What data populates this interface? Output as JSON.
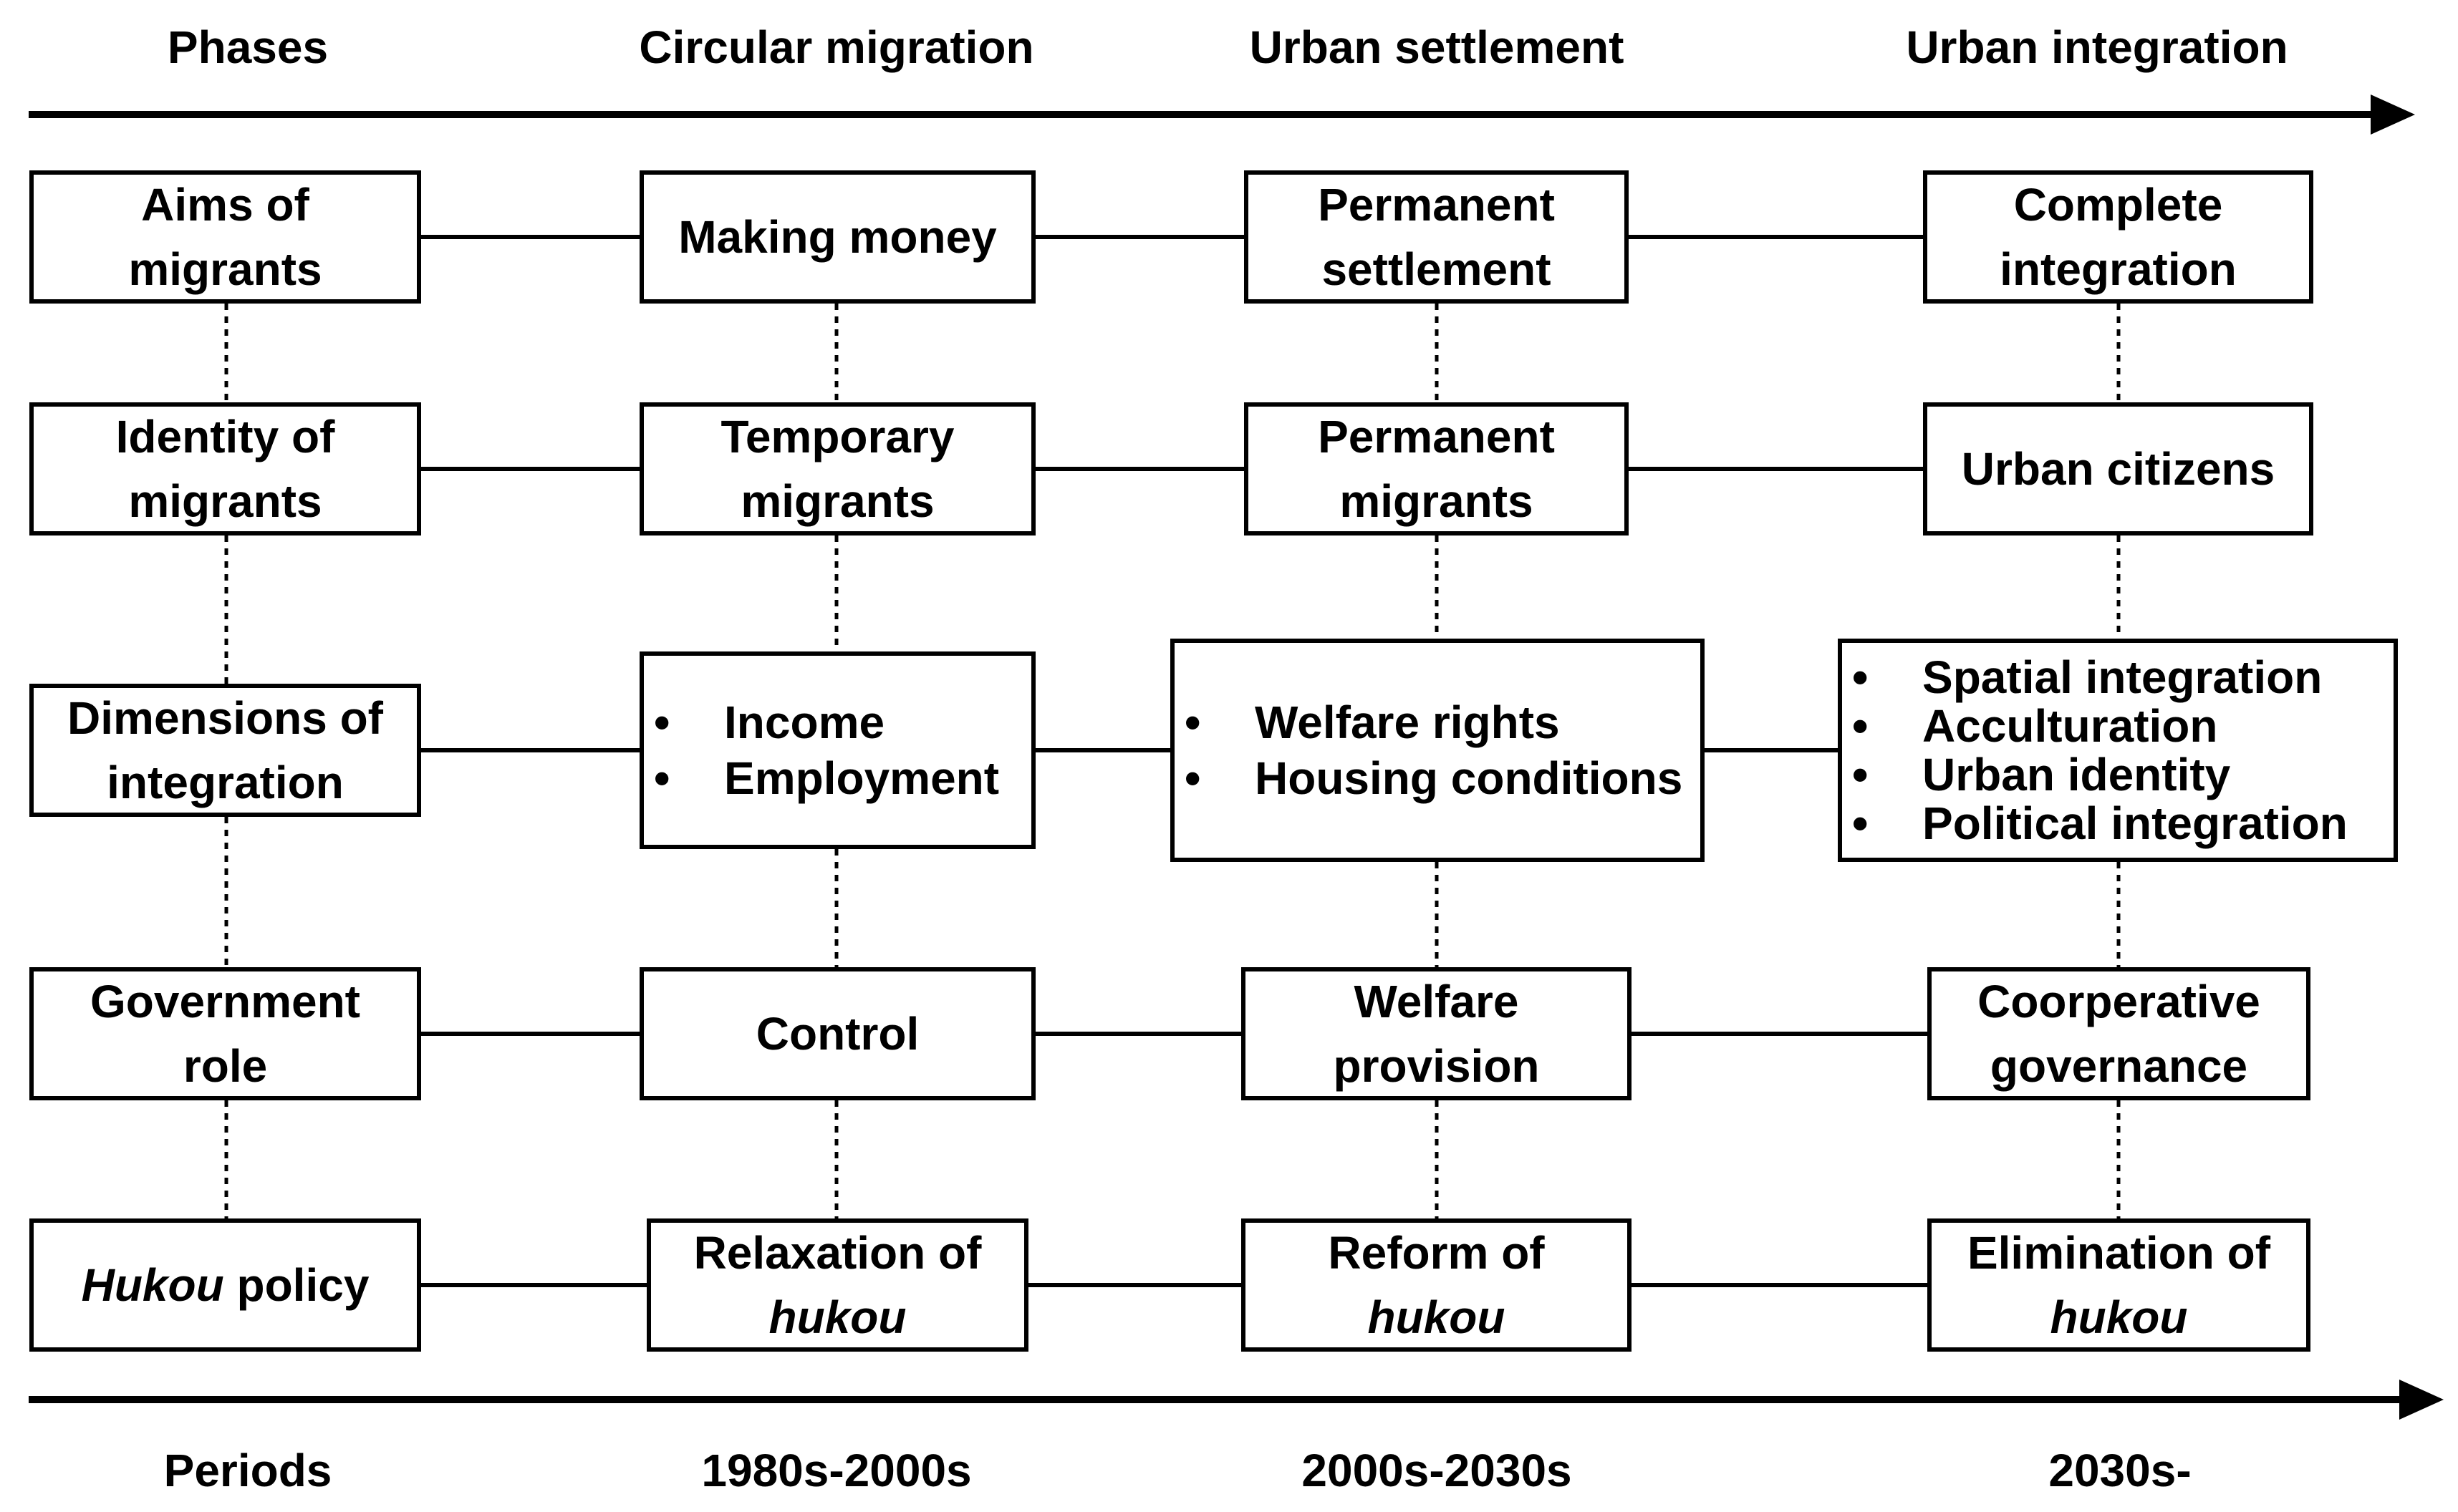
{
  "phases_header": {
    "label": "Phases",
    "columns": [
      "Circular migration",
      "Urban settlement",
      "Urban integration"
    ]
  },
  "periods_footer": {
    "label": "Periods",
    "columns": [
      "1980s-2000s",
      "2000s-2030s",
      "2030s-"
    ]
  },
  "rows": {
    "aims": {
      "label": [
        "Aims of",
        "migrants"
      ],
      "circular": [
        "Making money"
      ],
      "settlement": [
        "Permanent",
        "settlement"
      ],
      "integration": [
        "Complete",
        "integration"
      ]
    },
    "identity": {
      "label": [
        "Identity of",
        "migrants"
      ],
      "circular": [
        "Temporary",
        "migrants"
      ],
      "settlement": [
        "Permanent",
        "migrants"
      ],
      "integration": [
        "Urban citizens"
      ]
    },
    "dimensions": {
      "label": [
        "Dimensions of",
        "integration"
      ],
      "circular": [
        "Income",
        "Employment"
      ],
      "settlement": [
        "Welfare rights",
        "Housing conditions"
      ],
      "integration": [
        "Spatial integration",
        "Acculturation",
        "Urban identity",
        "Political integration"
      ]
    },
    "government": {
      "label": [
        "Government",
        "role"
      ],
      "circular": [
        "Control"
      ],
      "settlement": [
        "Welfare",
        "provision"
      ],
      "integration": [
        "Coorperative",
        "governance"
      ]
    },
    "hukou": {
      "label_italic": "Hukou",
      "label_rest": " policy",
      "circular": "Relaxation of",
      "settlement": "Reform of",
      "integration": "Elimination of",
      "italic_word": "hukou"
    }
  }
}
